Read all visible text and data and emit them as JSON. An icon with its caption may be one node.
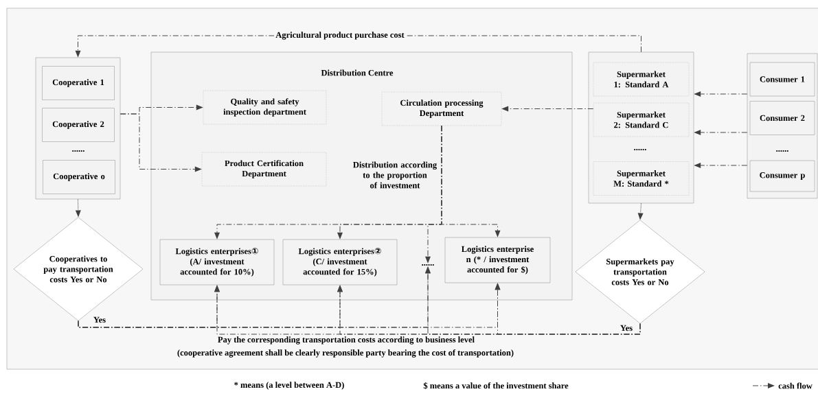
{
  "diagram": {
    "nodes": [
      {
        "text": [],
        "shape": "box"
      },
      {
        "text": [
          "Cooperative 1"
        ],
        "in": 0
      },
      {
        "text": [
          "Cooperative 2"
        ],
        "in": 0
      },
      {
        "text": [
          "Cooperative o"
        ],
        "in": 0
      },
      {
        "text": [
          "Distribution Centre"
        ]
      },
      {
        "text": [
          "Quality and safety inspection department"
        ],
        "in": 4
      },
      {
        "text": [
          "Product Certification Department"
        ],
        "in": 4
      },
      {
        "text": [
          "Circulation processing Department"
        ],
        "in": 4
      },
      {
        "text": [
          "Logistics enterprises① (A/ investment accounted for 10%)"
        ],
        "in": 4
      },
      {
        "text": [
          "Logistics enterprises② (C/ investment accounted for 15%)"
        ],
        "in": 4
      },
      {
        "text": [
          "......"
        ],
        "in": 4
      },
      {
        "text": [
          "Logistics enterprise n (* / investment accounted for $)"
        ],
        "in": 4
      },
      {
        "text": [],
        "shape": "box"
      },
      {
        "text": [
          "Supermarket 1: Standard A"
        ],
        "in": 12
      },
      {
        "text": [
          "Supermarket 2: Standard C"
        ],
        "in": 12
      },
      {
        "text": [
          "Supermarket M: Standard  *"
        ],
        "in": 12
      },
      {
        "text": [],
        "shape": "box"
      },
      {
        "text": [
          "Consumer 1"
        ],
        "in": 16
      },
      {
        "text": [
          "Consumer 2"
        ],
        "in": 16
      },
      {
        "text": [
          "Consumer p"
        ],
        "in": 16
      },
      {
        "text": [
          "Cooperatives to pay transportation costs Yes or No"
        ]
      },
      {
        "text": [
          "Supermarkets pay transportation costs Yes or No"
        ]
      }
    ],
    "edges": [
      {
        "from": 12,
        "to": 0,
        "arrow": "to",
        "label": "Agricultural product purchase cost"
      },
      {
        "from": 0,
        "to": 5,
        "arrow": "to"
      },
      {
        "from": 0,
        "to": 6,
        "arrow": "to"
      },
      {
        "from": 14,
        "to": 7,
        "arrow": "to"
      },
      {
        "from": 16,
        "to": 12,
        "arrow": "to"
      },
      {
        "from": 16,
        "to": 12,
        "arrow": "to"
      },
      {
        "from": 16,
        "to": 12,
        "arrow": "to"
      },
      {
        "from": 0,
        "to": 20,
        "arrow": "to",
        "style": "dashed"
      },
      {
        "from": 12,
        "to": 21,
        "arrow": "to",
        "style": "dashed"
      },
      {
        "from": 7,
        "to": 8,
        "arrow": "to"
      },
      {
        "from": 7,
        "to": 9,
        "arrow": "to"
      },
      {
        "from": 7,
        "to": 10,
        "arrow": "to"
      },
      {
        "from": 7,
        "to": 11,
        "arrow": "to"
      },
      {
        "from": 20,
        "to": 8,
        "arrow": "to",
        "label": "Yes"
      },
      {
        "from": 20,
        "to": 9,
        "arrow": "to"
      },
      {
        "from": 20,
        "to": 10,
        "arrow": "to"
      },
      {
        "from": 20,
        "to": 11,
        "arrow": "to"
      },
      {
        "from": 21,
        "to": 8,
        "arrow": "to",
        "label": "Yes"
      },
      {
        "from": 21,
        "to": 9,
        "arrow": "to"
      },
      {
        "from": 21,
        "to": 10,
        "arrow": "to"
      },
      {
        "from": 21,
        "to": 11,
        "arrow": "to"
      }
    ],
    "labels": [
      "......",
      "......",
      "......",
      "Distribution according to the proportion of investment",
      "Pay the corresponding transportation costs according to business level",
      "(cooperative agreement shall be clearly responsible party bearing the cost of transportation)",
      "* means (a level between A-D)",
      "$ means a value of the investment share"
    ],
    "legend": [
      {
        "text": "cash flow"
      }
    ]
  }
}
